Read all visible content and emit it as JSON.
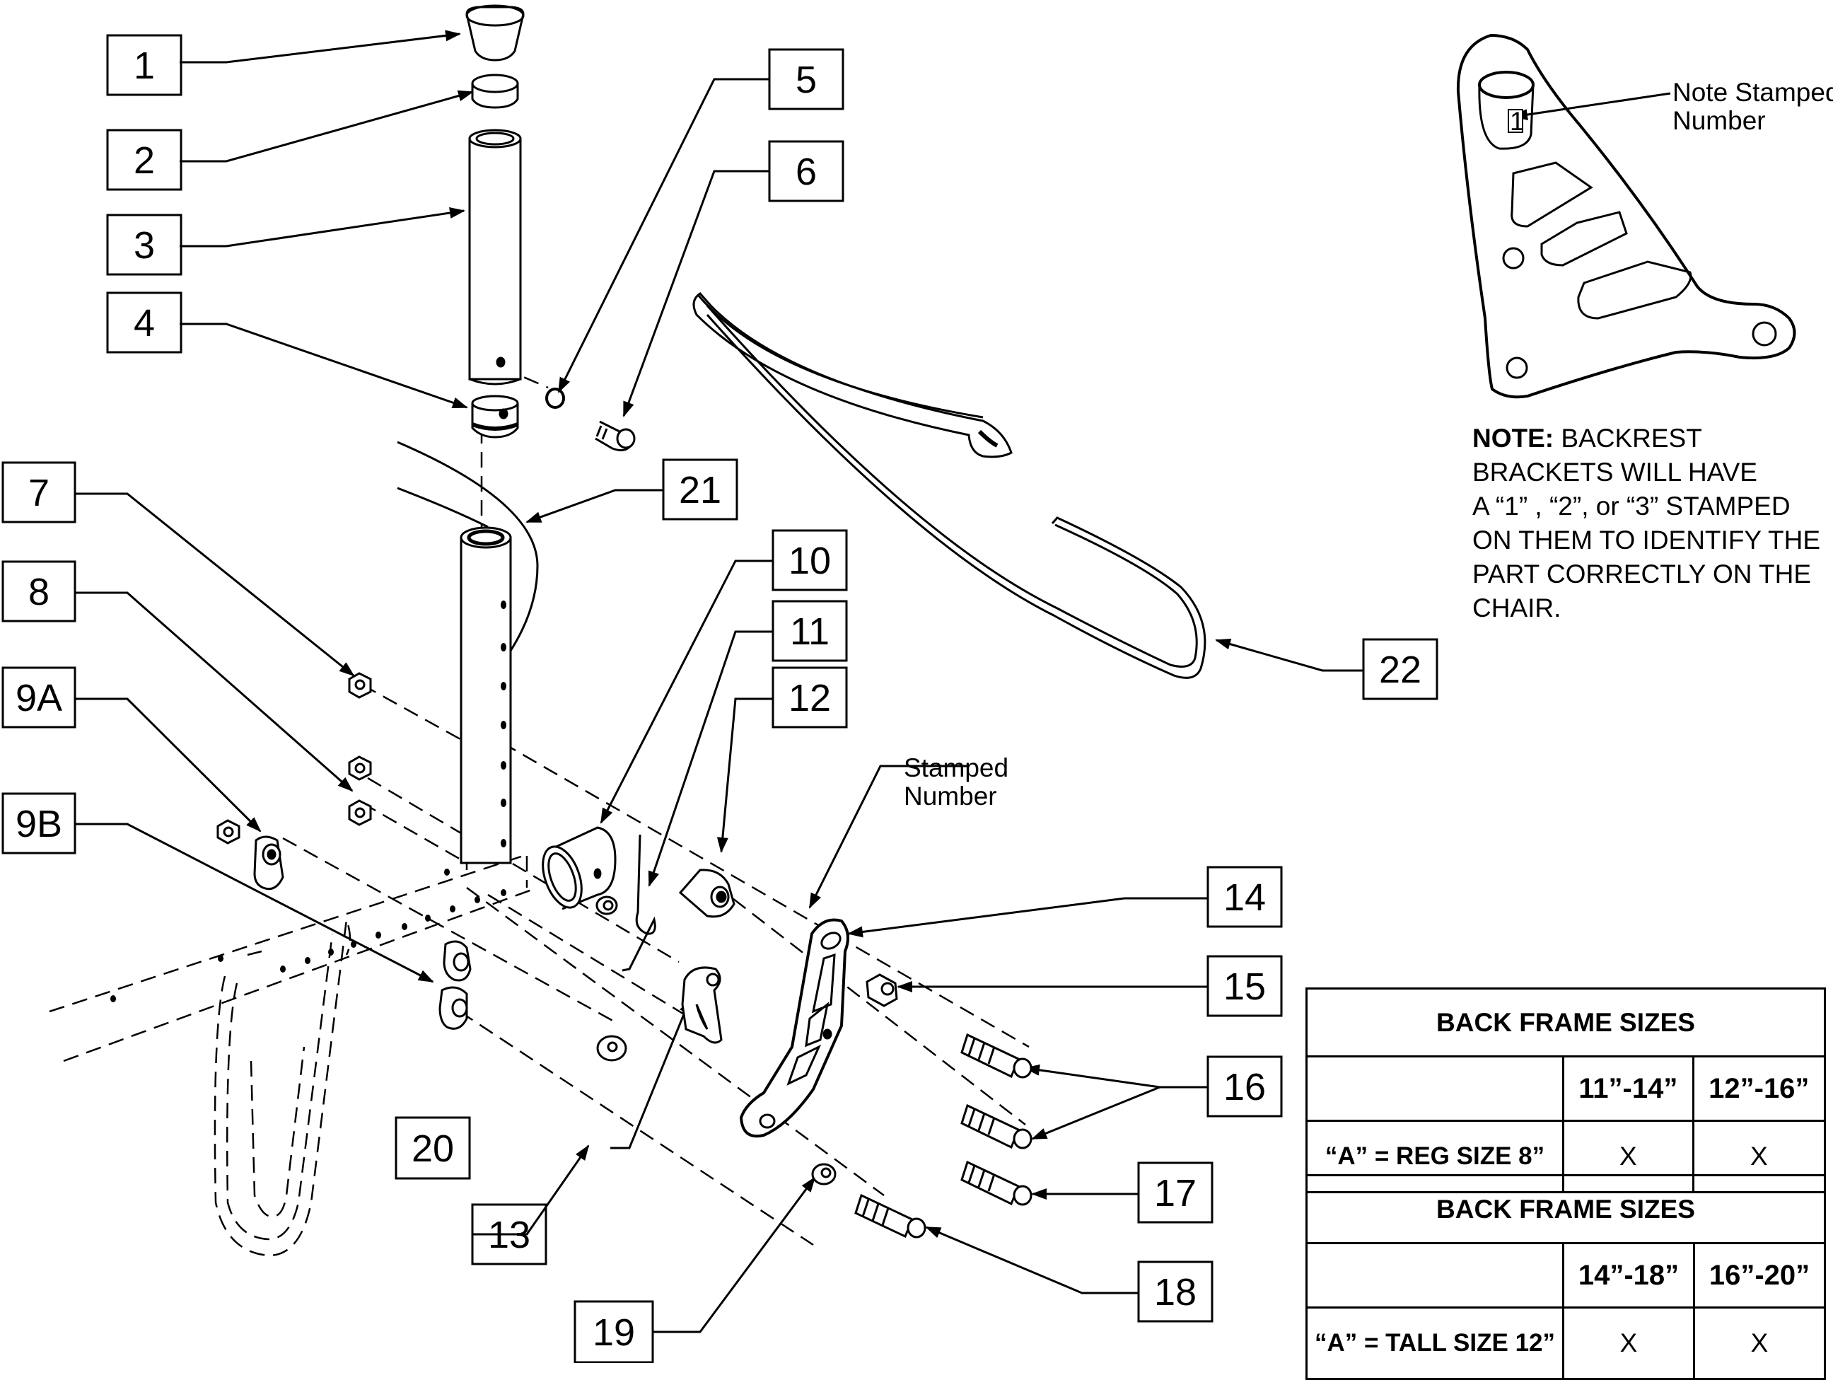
{
  "callouts": [
    "1",
    "2",
    "3",
    "4",
    "5",
    "6",
    "7",
    "8",
    "9A",
    "9B",
    "10",
    "11",
    "12",
    "13",
    "14",
    "15",
    "16",
    "17",
    "18",
    "19",
    "20",
    "21",
    "22"
  ],
  "labels": {
    "note_stamped_line1": "Note Stamped",
    "note_stamped_line2": "Number",
    "stamped_line1": "Stamped",
    "stamped_line2": "Number",
    "bracket_stamp": "1"
  },
  "note": {
    "bold": "NOTE:",
    "lines": [
      " BACKREST",
      "BRACKETS WILL HAVE",
      "A “1” , “2”, or “3” STAMPED",
      "ON THEM TO IDENTIFY THE",
      "PART CORRECTLY ON THE",
      "CHAIR."
    ]
  },
  "tables": [
    {
      "title": "BACK FRAME SIZES",
      "sizes": [
        "11”-14”",
        "12”-16”"
      ],
      "row_label": "“A” = REG SIZE 8”",
      "marks": [
        "X",
        "X"
      ]
    },
    {
      "title": "BACK FRAME SIZES",
      "sizes": [
        "14”-18”",
        "16”-20”"
      ],
      "row_label": "“A” = TALL SIZE 12”",
      "marks": [
        "X",
        "X"
      ]
    }
  ]
}
